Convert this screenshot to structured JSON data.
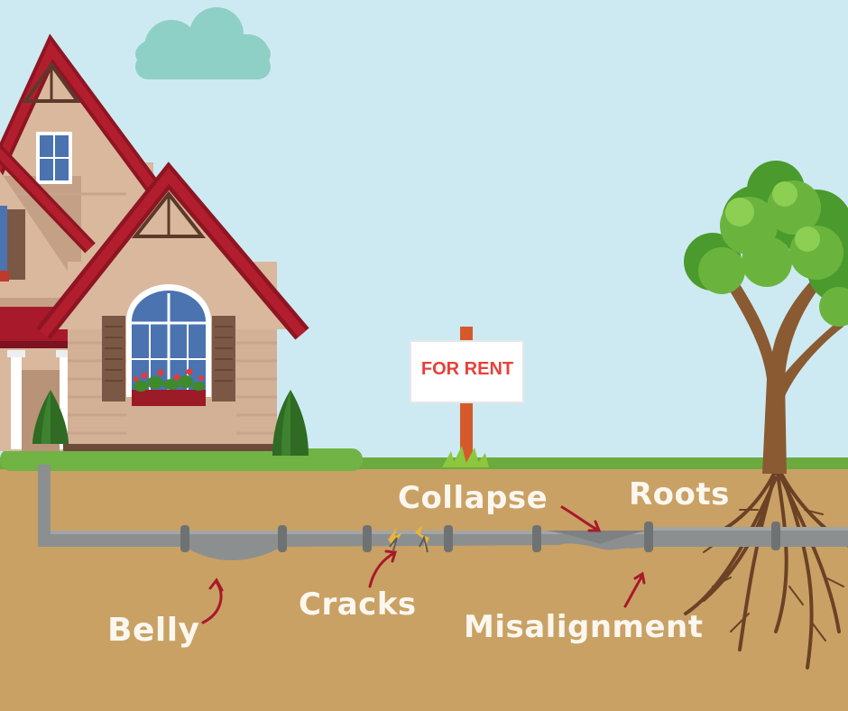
{
  "sign": {
    "text": "FOR RENT"
  },
  "labels": {
    "collapse": "Collapse",
    "roots": "Roots",
    "cracks": "Cracks",
    "belly": "Belly",
    "misalignment": "Misalignment"
  },
  "colors": {
    "sky": "#cdeaf2",
    "soil": "#c9a164",
    "grass": "#6bab3e",
    "pipe": "#8c8f90",
    "roof": "#a8192b",
    "wall": "#d9b89e",
    "arrow": "#a8192b",
    "trunk": "#8a5a32",
    "leaves": "#6ab43e",
    "label_text": "#fbf7ef",
    "sign_text": "#e8403b"
  }
}
